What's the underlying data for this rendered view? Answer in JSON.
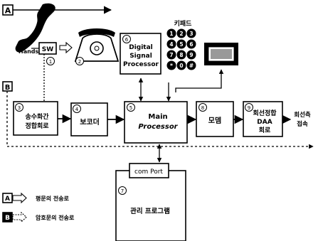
{
  "path_markers": {
    "a": "A",
    "b": "B"
  },
  "handset": {
    "label": "Handset",
    "num": "1"
  },
  "switch": {
    "label": "SW"
  },
  "phone": {
    "num": "2"
  },
  "dsp": {
    "num": "6",
    "lines": [
      "Digital",
      "Signal",
      "Processor"
    ]
  },
  "keypad": {
    "title": "키패드",
    "keys": [
      "1",
      "2",
      "3",
      "4",
      "5",
      "6",
      "7",
      "8",
      "9",
      "*",
      "0",
      "#"
    ]
  },
  "hybrid": {
    "num": "3",
    "lines": [
      "송수화간",
      "정합회로"
    ]
  },
  "vocoder": {
    "num": "4",
    "label": "보코더"
  },
  "main": {
    "num": "5",
    "lines": [
      "Main",
      "Processor"
    ]
  },
  "modem": {
    "num": "8",
    "label": "모뎀"
  },
  "daa": {
    "num": "9",
    "lines": [
      "회선정합",
      "DAA",
      "회로"
    ]
  },
  "line_out": {
    "lines": [
      "회선측",
      "접속"
    ]
  },
  "com": {
    "num": "7",
    "label": "com Port",
    "program": "관리 프로그램"
  },
  "legend": [
    {
      "marker": "A",
      "text": "평문의 전송로"
    },
    {
      "marker": "B",
      "text": "암호문의 전송로"
    }
  ]
}
